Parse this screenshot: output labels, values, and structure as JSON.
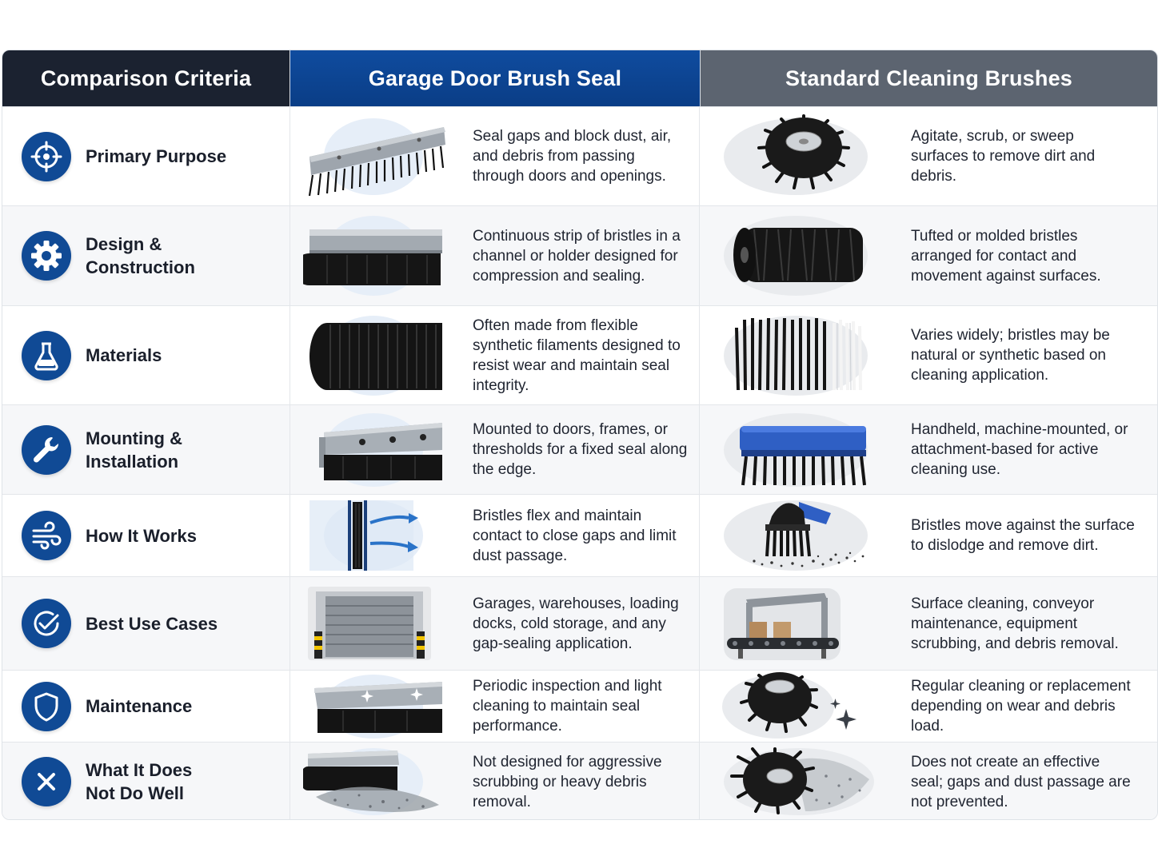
{
  "header": {
    "criteria": "Comparison Criteria",
    "seal": "Garage Door Brush Seal",
    "standard": "Standard Cleaning Brushes"
  },
  "rows": [
    {
      "label_lines": [
        "Primary Purpose"
      ],
      "icon": "crosshair-icon",
      "seal_text": "Seal gaps and block dust, air, and debris from passing through doors and openings.",
      "standard_text": "Agitate, scrub, or sweep surfaces to remove dirt and debris."
    },
    {
      "label_lines": [
        "Design &",
        "Construction"
      ],
      "icon": "gear-icon",
      "seal_text": "Continuous strip of bristles in a channel or holder designed for compression and sealing.",
      "standard_text": "Tufted or molded bristles arranged for contact and movement against surfaces."
    },
    {
      "label_lines": [
        "Materials"
      ],
      "icon": "flask-icon",
      "seal_text": "Often made from flexible synthetic filaments designed to resist wear and maintain seal integrity.",
      "standard_text": "Varies widely; bristles may be natural or synthetic based on cleaning application."
    },
    {
      "label_lines": [
        "Mounting &",
        "Installation"
      ],
      "icon": "wrench-icon",
      "seal_text": "Mounted to doors, frames, or thresholds for a fixed seal along the edge.",
      "standard_text": "Handheld, machine-mounted, or attachment-based for active cleaning use."
    },
    {
      "label_lines": [
        "How It Works"
      ],
      "icon": "wind-icon",
      "seal_text": "Bristles flex and maintain contact to close gaps and limit dust passage.",
      "standard_text": "Bristles move against the surface to dislodge and remove dirt."
    },
    {
      "label_lines": [
        "Best Use Cases"
      ],
      "icon": "check-circle-icon",
      "seal_text": "Garages, warehouses, loading docks, cold storage, and any gap-sealing application.",
      "standard_text": "Surface cleaning, conveyor maintenance, equipment scrubbing, and debris removal."
    },
    {
      "label_lines": [
        "Maintenance"
      ],
      "icon": "shield-icon",
      "seal_text": "Periodic inspection and light cleaning to maintain seal performance.",
      "standard_text": "Regular cleaning or replacement depending on wear and debris load."
    },
    {
      "label_lines": [
        "What It Does",
        "Not Do Well"
      ],
      "icon": "x-circle-icon",
      "seal_text": "Not designed for aggressive scrubbing or heavy debris removal.",
      "standard_text": "Does not create an effective seal; gaps and dust passage are not prevented."
    }
  ],
  "colors": {
    "header_criteria": "#1b2230",
    "header_seal": "#0f4c9f",
    "header_standard": "#5c6470",
    "icon_circle": "#104a95",
    "brush_handle": "#2f5fc4"
  }
}
